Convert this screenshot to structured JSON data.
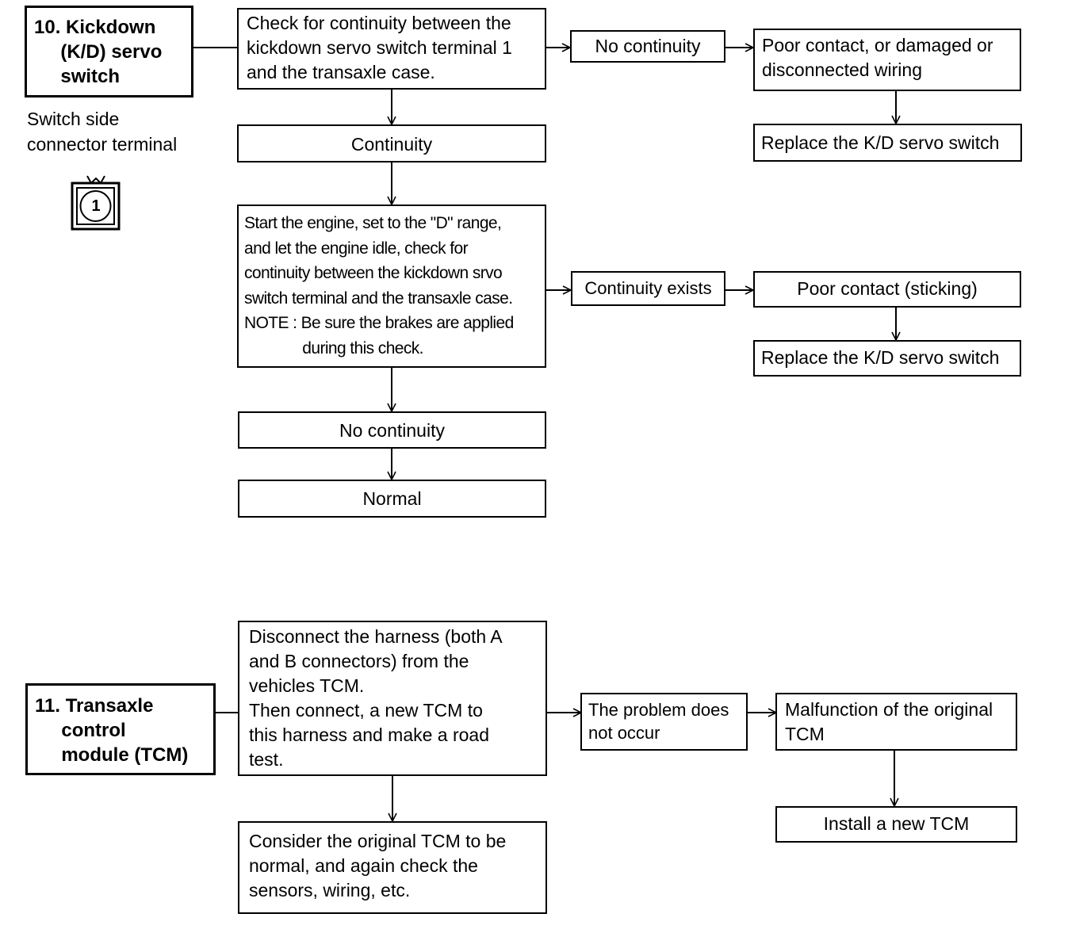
{
  "section10": {
    "title": "10. Kickdown\n     (K/D) servo\n     switch",
    "connector_caption": "Switch side\nconnector terminal",
    "terminal_number": "1",
    "check1": "Check for continuity between the\nkickdown servo switch terminal 1\nand the transaxle case.",
    "no_continuity_1": "No continuity",
    "poor_contact_wiring": "Poor contact, or damaged or\ndisconnected wiring",
    "replace_switch_1": "Replace the K/D servo switch",
    "continuity": "Continuity",
    "check2": "Start the engine, set to the \"D\" range,\nand let the engine idle, check for\ncontinuity between the kickdown srvo\nswitch terminal and the transaxle case.\nNOTE : Be sure the brakes are applied\n              during this check.",
    "continuity_exists": "Continuity exists",
    "poor_contact_sticking": "Poor contact (sticking)",
    "replace_switch_2": "Replace the K/D servo switch",
    "no_continuity_2": "No continuity",
    "normal": "Normal"
  },
  "section11": {
    "title": "11. Transaxle\n     control\n     module (TCM)",
    "check": "Disconnect the harness (both A\nand B connectors) from the\nvehicles TCM.\nThen connect, a new TCM to\nthis harness and make a road\ntest.",
    "problem_not_occur": "The problem does\nnot occur",
    "malfunction": "Malfunction of the original\nTCM",
    "install_new": "Install a new TCM",
    "consider_normal": "Consider the original TCM to be\nnormal, and again check the\nsensors, wiring, etc."
  }
}
